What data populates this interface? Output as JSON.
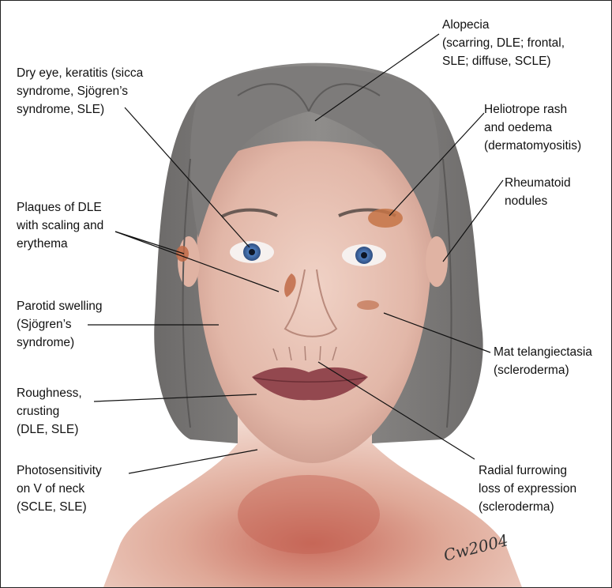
{
  "annotations": [
    {
      "id": "alopecia",
      "text": "Alopecia\n(scarring, DLE; frontal,\nSLE; diffuse, SCLE)"
    },
    {
      "id": "dry-eye",
      "text": "Dry eye, keratitis (sicca\nsyndrome, Sjögren’s\nsyndrome, SLE)"
    },
    {
      "id": "heliotrope",
      "text": "Heliotrope rash\nand oedema\n(dermatomyositis)"
    },
    {
      "id": "rheumatoid",
      "text": "Rheumatoid\nnodules"
    },
    {
      "id": "plaques",
      "text": "Plaques of DLE\nwith scaling and\nerythema"
    },
    {
      "id": "parotid",
      "text": "Parotid swelling\n(Sjögren’s\nsyndrome)"
    },
    {
      "id": "telangiectasia",
      "text": "Mat telangiectasia\n(scleroderma)"
    },
    {
      "id": "roughness",
      "text": "Roughness,\ncrusting\n(DLE, SLE)"
    },
    {
      "id": "photosensitivity",
      "text": "Photosensitivity\non V of neck\n(SCLE, SLE)"
    },
    {
      "id": "radial",
      "text": "Radial furrowing\nloss of expression\n(scleroderma)"
    }
  ],
  "signature": "Cw2004",
  "colors": {
    "hair": "#7e7c7b",
    "skin": "#e9c7b8",
    "lip": "#9a4f55",
    "iris": "#4a78b6",
    "lesion": "#c9744a",
    "line": "#111111"
  }
}
